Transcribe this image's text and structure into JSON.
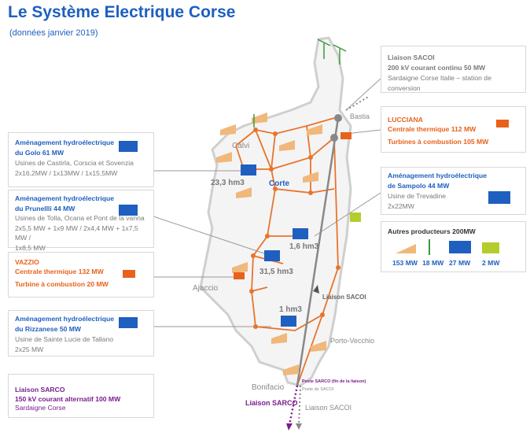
{
  "title": "Le Système Electrique Corse",
  "subtitle": "(données janvier 2019)",
  "colors": {
    "hydro": "#1f5fbf",
    "thermal": "#e8621c",
    "sarco": "#7a1d8f",
    "sacoi": "#808080",
    "solar": "#f0b87a",
    "wind": "#3a9a3a",
    "biomass": "#b5cc2e"
  },
  "boxes": {
    "golo": {
      "l1": "Aménagement hydroélectrique",
      "l2": "du Golo  61 MW",
      "l3": "Usines de Castirla, Corscia et Sovenzia",
      "l4": "2x16,2MW / 1x13MW / 1x15,5MW",
      "icon": "dam-icon"
    },
    "prunelli": {
      "l1": "Aménagement hydroélectrique",
      "l2": "du Prunellli   44 MW",
      "l3": "Usines de Tolla,  Ocana et  Pont de la vanna",
      "l4": "2x5,5 MW + 1x9 MW / 2x4,4 MW + 1x7,5 MW /",
      "l5": "1x8,5 MW",
      "icon": "dam-icon"
    },
    "vazzio": {
      "l1": "VAZZIO",
      "l2": "Centrale thermique 132 MW",
      "l3": "Turbine à combustion 20  MW",
      "icon": "factory-icon"
    },
    "rizzanese": {
      "l1": "Aménagement hydroélectrique",
      "l2": "du Rizzanese  50 MW",
      "l3": "Usine de Sainte Lucie de Tallano",
      "l4": "2x25 MW",
      "icon": "dam-icon"
    },
    "sarco": {
      "l1": "Liaison SARCO",
      "l2": "150 kV courant alternatif 100 MW",
      "l3": "Sardaigne Corse"
    },
    "sacoi": {
      "l1": "Liaison SACOI",
      "l2": "200 kV courant continu   50 MW",
      "l3": "Sardaigne Corse Italie – station de conversion"
    },
    "lucciana": {
      "l1": "LUCCIANA",
      "l2": "Centrale thermique  112 MW",
      "l3": "Turbines à combustion 105  MW",
      "icon": "factory-icon"
    },
    "sampolo": {
      "l1": "Aménagement hydroélectrique",
      "l2": "de Sampolo 44 MW",
      "l3": "Usine de Trevadine",
      "l4": "2x22MW",
      "icon": "dam-icon"
    },
    "autres": {
      "title": "Autres producteurs  200MW",
      "items": [
        {
          "icon": "solar-panel-icon",
          "value": "153 MW"
        },
        {
          "icon": "wind-turbine-icon",
          "value": "18 MW"
        },
        {
          "icon": "dam-icon",
          "value": "27 MW"
        },
        {
          "icon": "biomass-icon",
          "value": "2 MW"
        }
      ]
    }
  },
  "map": {
    "cities": [
      "Bastia",
      "Calvi",
      "Corte",
      "Ajaccio",
      "Porto-Vecchio",
      "Bonifacio"
    ],
    "reservoirs": [
      "23,3 hm3",
      "1,6 hm3",
      "31,5 hm3",
      "1 hm3"
    ],
    "sacoi_label": "Liaison SACOI",
    "sarco_label": "Liaison SARCO",
    "sacoi_label_south": "Liaison SACOI",
    "poste_sarco": "Poste SARCO (fin de la liaison)",
    "poste_sacoi": "Poste de SACOI"
  }
}
